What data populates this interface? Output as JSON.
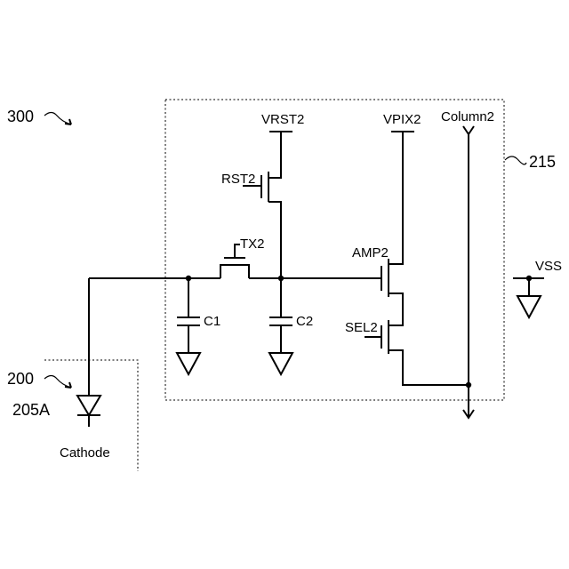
{
  "labels": {
    "fig_ref": "300",
    "pixel_ref": "215",
    "pd_block_ref": "200",
    "diode_ref": "205A",
    "cathode": "Cathode",
    "vrst": "VRST2",
    "vpix": "VPIX2",
    "column": "Column2",
    "vss": "VSS",
    "rst": "RST2",
    "tx": "TX2",
    "amp": "AMP2",
    "sel": "SEL2",
    "c1": "C1",
    "c2": "C2"
  },
  "components": [
    {
      "id": "RST2",
      "kind": "transistor"
    },
    {
      "id": "TX2",
      "kind": "transistor"
    },
    {
      "id": "AMP2",
      "kind": "transistor"
    },
    {
      "id": "SEL2",
      "kind": "transistor"
    },
    {
      "id": "C1",
      "kind": "capacitor"
    },
    {
      "id": "C2",
      "kind": "capacitor"
    },
    {
      "id": "205A",
      "kind": "photodiode"
    }
  ]
}
